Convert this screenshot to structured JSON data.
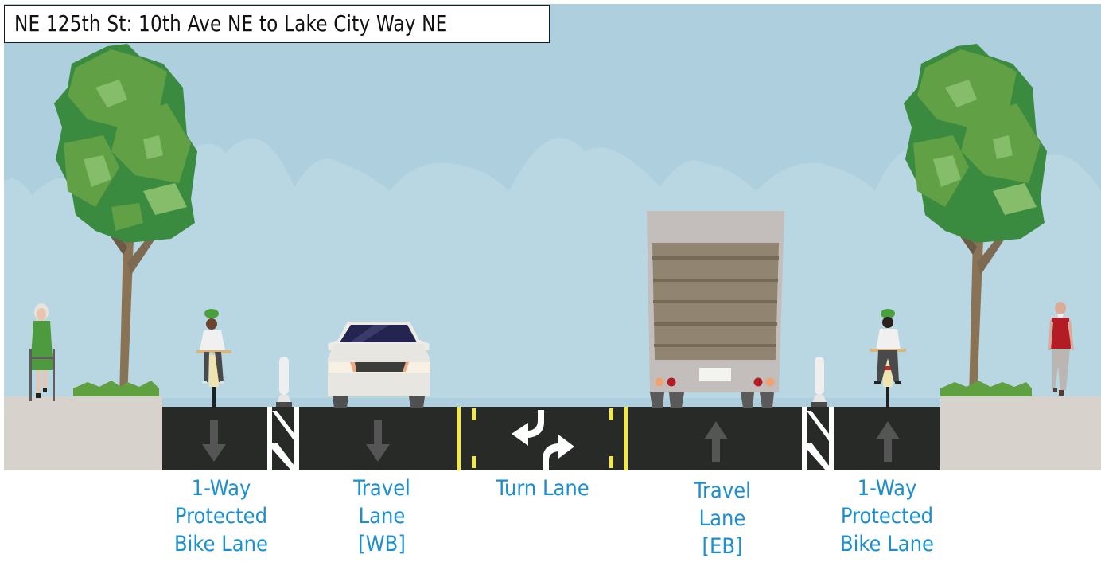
{
  "title": "NE 125th St: 10th Ave NE to Lake City Way NE",
  "colors": {
    "sky": "#aecfdd",
    "clouds": "#b8d7e2",
    "asphalt": "#282a27",
    "sidewalk": "#d7d3cc",
    "label_blue": "#1b8fcf",
    "yellow_line": "#f2e84a",
    "arrow_gray": "#555555"
  },
  "elements": {
    "left_sidewalk": {
      "figures": [
        "pedestrian-with-walker",
        "street-tree",
        "shrubs"
      ]
    },
    "right_sidewalk": {
      "figures": [
        "pedestrian-walking",
        "street-tree",
        "shrubs"
      ]
    },
    "vehicles": [
      "car-westbound",
      "box-truck-eastbound"
    ],
    "cyclists": [
      "cyclist-westbound",
      "cyclist-eastbound"
    ],
    "separators": [
      "flex-post-left",
      "flex-post-right"
    ]
  },
  "lanes": [
    {
      "id": "bike-wb",
      "lines": [
        "1-Way",
        "Protected",
        "Bike Lane"
      ],
      "direction": "down"
    },
    {
      "id": "travel-wb",
      "lines": [
        "Travel",
        "Lane",
        "[WB]"
      ],
      "direction": "down"
    },
    {
      "id": "turn",
      "lines": [
        "Turn Lane"
      ],
      "direction": "two-way-left-turn"
    },
    {
      "id": "travel-eb",
      "lines": [
        "Travel",
        "Lane",
        "[EB]"
      ],
      "direction": "up"
    },
    {
      "id": "bike-eb",
      "lines": [
        "1-Way",
        "Protected",
        "Bike Lane"
      ],
      "direction": "up"
    }
  ]
}
